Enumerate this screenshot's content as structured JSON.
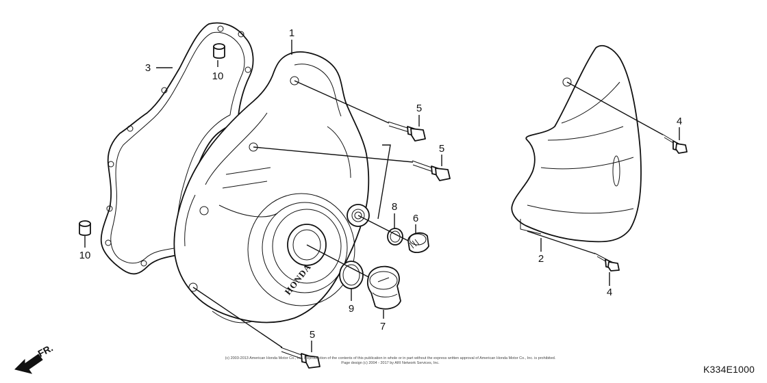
{
  "diagram": {
    "callouts": [
      {
        "id": "c1",
        "text": "1"
      },
      {
        "id": "c2",
        "text": "2"
      },
      {
        "id": "c3",
        "text": "3"
      },
      {
        "id": "c4a",
        "text": "4"
      },
      {
        "id": "c4b",
        "text": "4"
      },
      {
        "id": "c5a",
        "text": "5"
      },
      {
        "id": "c5b",
        "text": "5"
      },
      {
        "id": "c5c",
        "text": "5"
      },
      {
        "id": "c6",
        "text": "6"
      },
      {
        "id": "c7",
        "text": "7"
      },
      {
        "id": "c8",
        "text": "8"
      },
      {
        "id": "c9",
        "text": "9"
      },
      {
        "id": "c10a",
        "text": "10"
      },
      {
        "id": "c10b",
        "text": "10"
      }
    ],
    "direction_label": "FR.",
    "brand_text": "HONDA",
    "reference_code": "K334E1000",
    "copyright_line1": "(c) 2003-2013 American Honda Motor Co., Inc. Reproduction of the contents of this publication in whole or in part without the express written approval of American Honda Motor Co., Inc. is prohibited.",
    "copyright_line2": "Page design (c) 2004 - 2017 by ARI Network Services, Inc."
  }
}
